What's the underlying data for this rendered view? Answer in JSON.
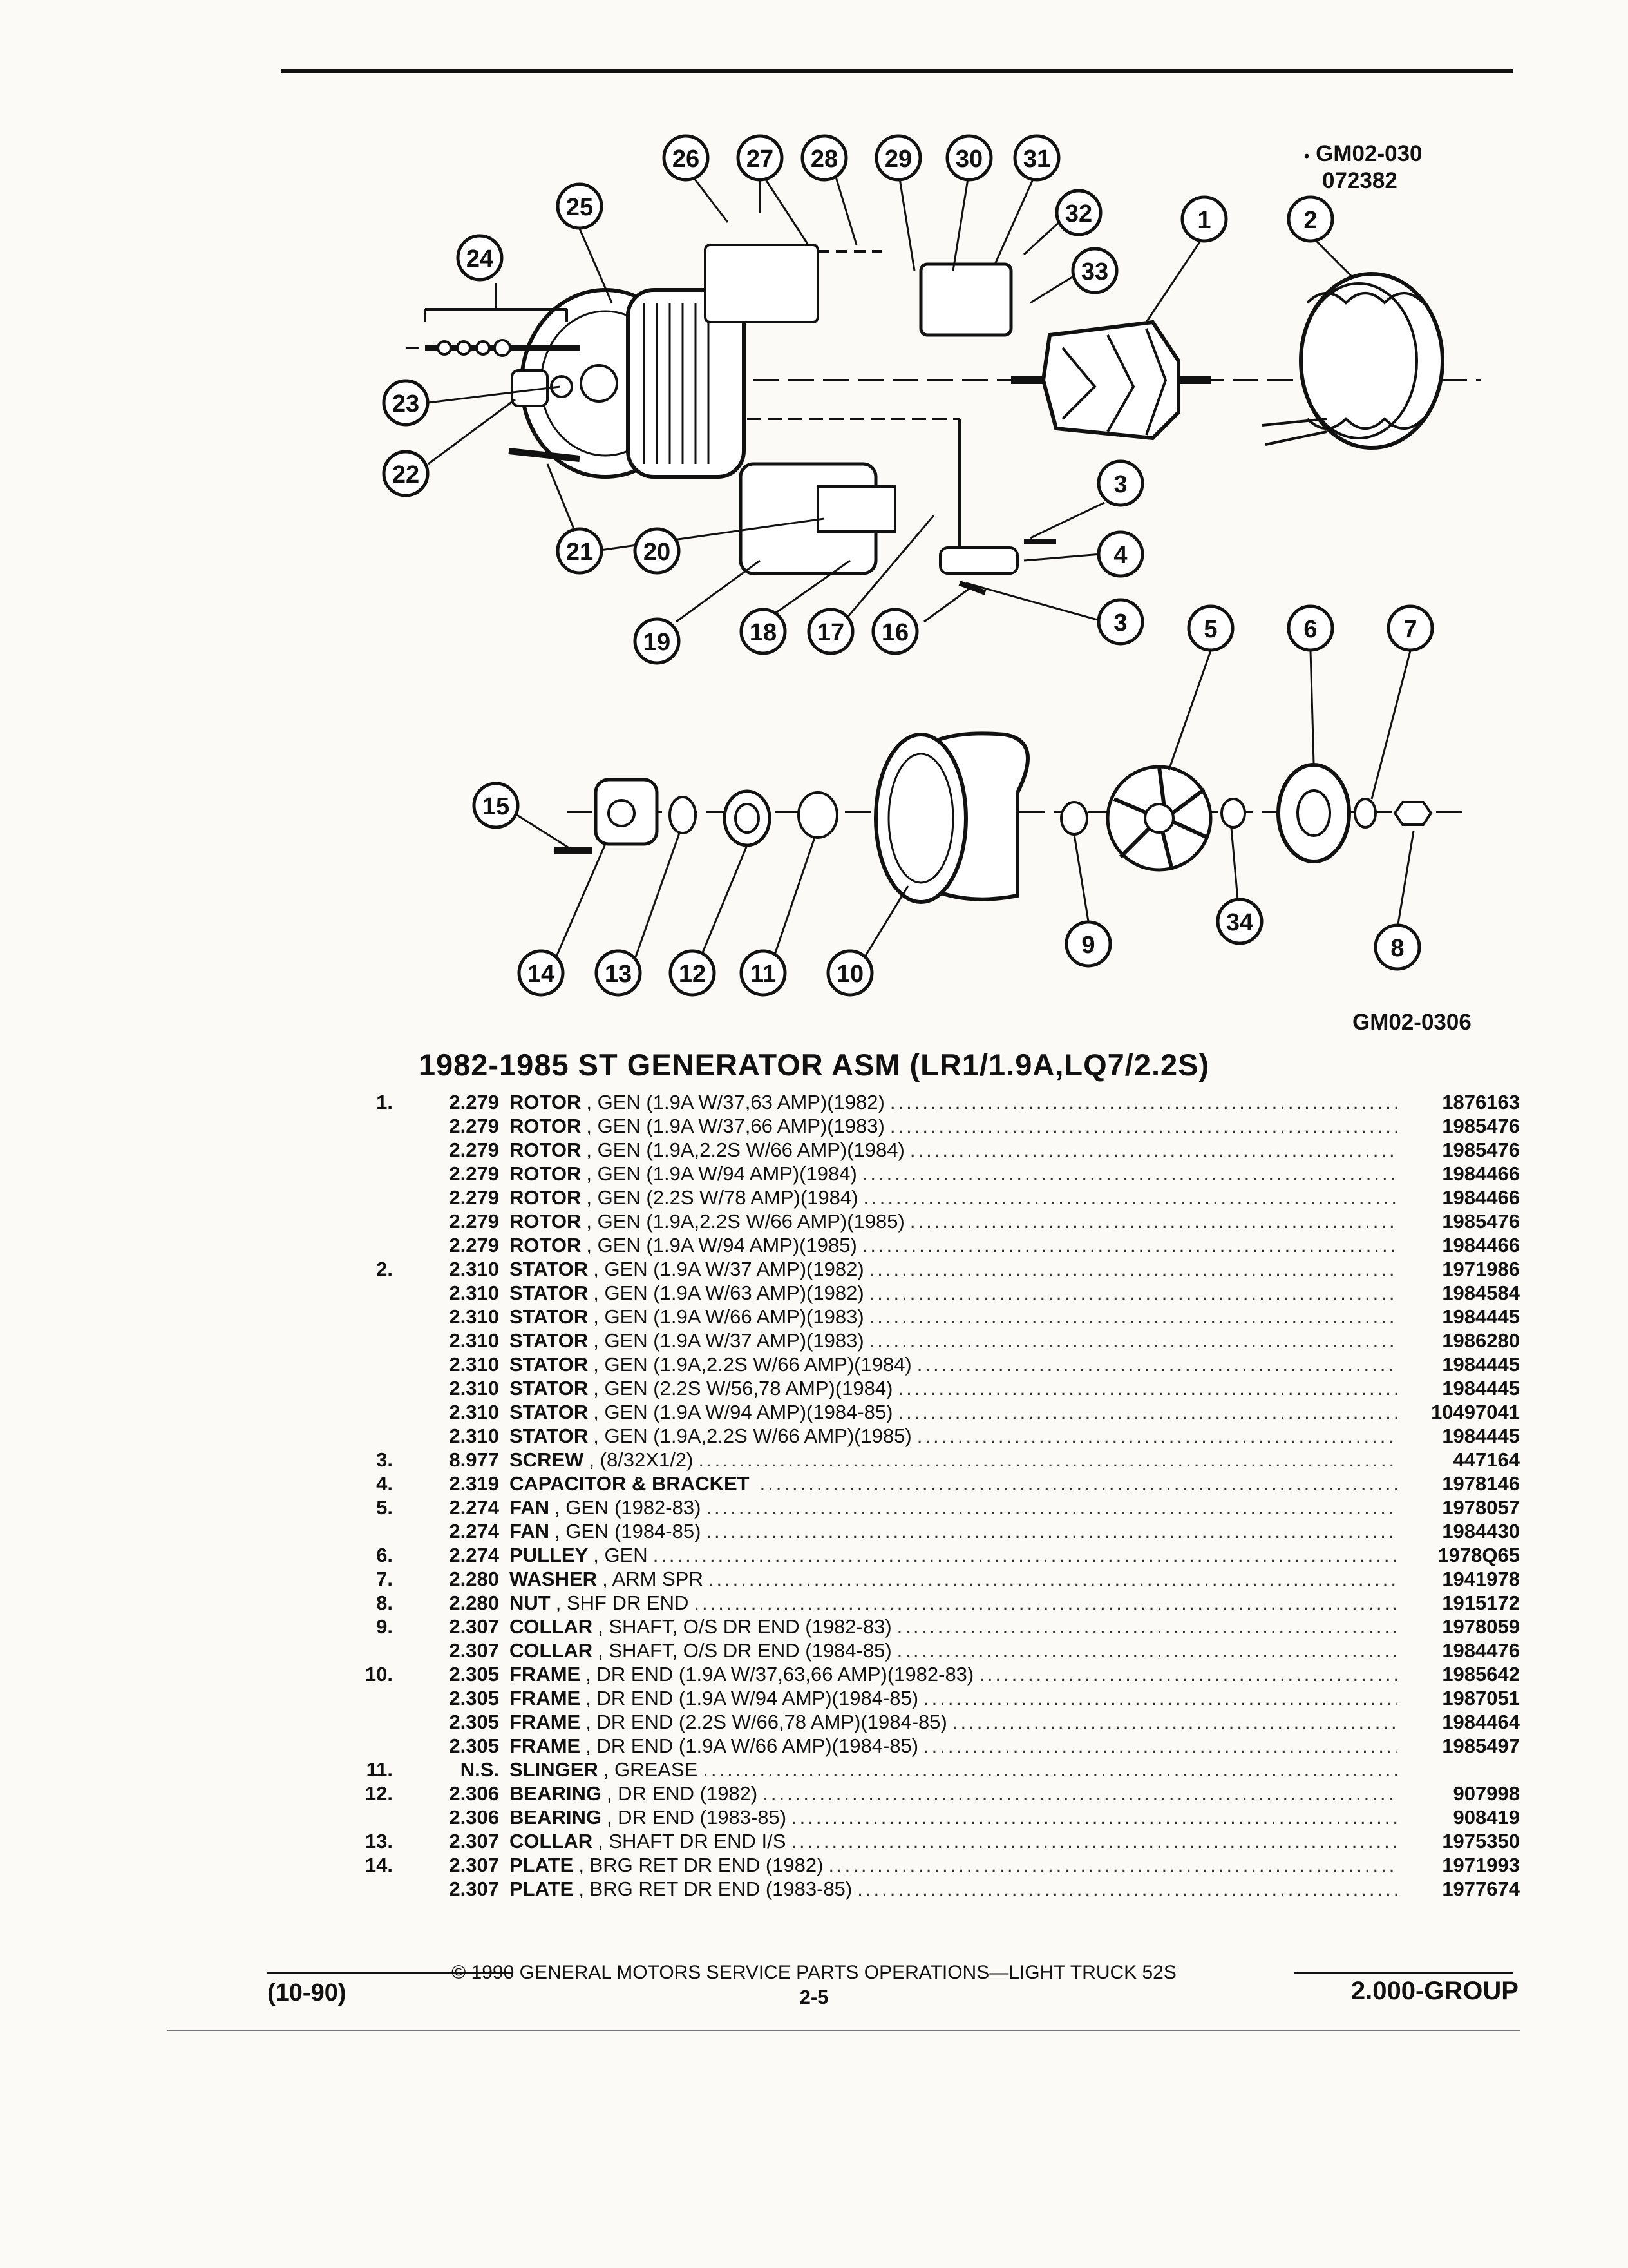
{
  "figure": {
    "code_top": "GM02-030",
    "date_top": "072382",
    "code_bottom": "GM02-0306"
  },
  "callouts": [
    "1",
    "2",
    "3",
    "3",
    "4",
    "5",
    "6",
    "7",
    "8",
    "9",
    "10",
    "11",
    "12",
    "13",
    "14",
    "15",
    "16",
    "17",
    "18",
    "19",
    "20",
    "21",
    "22",
    "23",
    "24",
    "25",
    "26",
    "27",
    "28",
    "29",
    "30",
    "31",
    "32",
    "33",
    "34"
  ],
  "title": "1982-1985 ST GENERATOR ASM (LR1/1.9A,LQ7/2.2S)",
  "parts": [
    {
      "ref": "1.",
      "group": "2.279",
      "name": "ROTOR",
      "desc": ", GEN (1.9A W/37,63 AMP)(1982)",
      "pn": "1876163"
    },
    {
      "ref": "",
      "group": "2.279",
      "name": "ROTOR",
      "desc": ", GEN (1.9A W/37,66 AMP)(1983)",
      "pn": "1985476"
    },
    {
      "ref": "",
      "group": "2.279",
      "name": "ROTOR",
      "desc": ", GEN (1.9A,2.2S W/66 AMP)(1984)",
      "pn": "1985476"
    },
    {
      "ref": "",
      "group": "2.279",
      "name": "ROTOR",
      "desc": ", GEN (1.9A W/94 AMP)(1984)",
      "pn": "1984466"
    },
    {
      "ref": "",
      "group": "2.279",
      "name": "ROTOR",
      "desc": ", GEN (2.2S W/78 AMP)(1984)",
      "pn": "1984466"
    },
    {
      "ref": "",
      "group": "2.279",
      "name": "ROTOR",
      "desc": ", GEN (1.9A,2.2S W/66 AMP)(1985)",
      "pn": "1985476"
    },
    {
      "ref": "",
      "group": "2.279",
      "name": "ROTOR",
      "desc": ", GEN (1.9A W/94 AMP)(1985)",
      "pn": "1984466"
    },
    {
      "ref": "2.",
      "group": "2.310",
      "name": "STATOR",
      "desc": ", GEN (1.9A W/37 AMP)(1982)",
      "pn": "1971986"
    },
    {
      "ref": "",
      "group": "2.310",
      "name": "STATOR",
      "desc": ", GEN (1.9A W/63 AMP)(1982)",
      "pn": "1984584"
    },
    {
      "ref": "",
      "group": "2.310",
      "name": "STATOR",
      "desc": ", GEN (1.9A W/66 AMP)(1983)",
      "pn": "1984445"
    },
    {
      "ref": "",
      "group": "2.310",
      "name": "STATOR",
      "desc": ", GEN (1.9A W/37 AMP)(1983)",
      "pn": "1986280"
    },
    {
      "ref": "",
      "group": "2.310",
      "name": "STATOR",
      "desc": ", GEN (1.9A,2.2S W/66 AMP)(1984)",
      "pn": "1984445"
    },
    {
      "ref": "",
      "group": "2.310",
      "name": "STATOR",
      "desc": ", GEN (2.2S W/56,78 AMP)(1984)",
      "pn": "1984445"
    },
    {
      "ref": "",
      "group": "2.310",
      "name": "STATOR",
      "desc": ", GEN (1.9A W/94 AMP)(1984-85)",
      "pn": "10497041"
    },
    {
      "ref": "",
      "group": "2.310",
      "name": "STATOR",
      "desc": ", GEN (1.9A,2.2S W/66 AMP)(1985)",
      "pn": "1984445"
    },
    {
      "ref": "3.",
      "group": "8.977",
      "name": "SCREW",
      "desc": ", (8/32X1/2)",
      "pn": "447164"
    },
    {
      "ref": "4.",
      "group": "2.319",
      "name": "CAPACITOR & BRACKET",
      "desc": "",
      "pn": "1978146"
    },
    {
      "ref": "5.",
      "group": "2.274",
      "name": "FAN",
      "desc": ", GEN (1982-83)",
      "pn": "1978057"
    },
    {
      "ref": "",
      "group": "2.274",
      "name": "FAN",
      "desc": ", GEN (1984-85)",
      "pn": "1984430"
    },
    {
      "ref": "6.",
      "group": "2.274",
      "name": "PULLEY",
      "desc": ", GEN",
      "pn": "1978Q65"
    },
    {
      "ref": "7.",
      "group": "2.280",
      "name": "WASHER",
      "desc": ", ARM SPR",
      "pn": "1941978"
    },
    {
      "ref": "8.",
      "group": "2.280",
      "name": "NUT",
      "desc": ", SHF DR END",
      "pn": "1915172"
    },
    {
      "ref": "9.",
      "group": "2.307",
      "name": "COLLAR",
      "desc": ", SHAFT, O/S DR END (1982-83)",
      "pn": "1978059"
    },
    {
      "ref": "",
      "group": "2.307",
      "name": "COLLAR",
      "desc": ", SHAFT, O/S DR END (1984-85)",
      "pn": "1984476"
    },
    {
      "ref": "10.",
      "group": "2.305",
      "name": "FRAME",
      "desc": ", DR END (1.9A W/37,63,66 AMP)(1982-83)",
      "pn": "1985642"
    },
    {
      "ref": "",
      "group": "2.305",
      "name": "FRAME",
      "desc": ", DR END (1.9A W/94 AMP)(1984-85)",
      "pn": "1987051"
    },
    {
      "ref": "",
      "group": "2.305",
      "name": "FRAME",
      "desc": ", DR END (2.2S W/66,78 AMP)(1984-85)",
      "pn": "1984464"
    },
    {
      "ref": "",
      "group": "2.305",
      "name": "FRAME",
      "desc": ", DR END (1.9A W/66 AMP)(1984-85)",
      "pn": "1985497"
    },
    {
      "ref": "11.",
      "group": "N.S.",
      "name": "SLINGER",
      "desc": ", GREASE",
      "pn": ""
    },
    {
      "ref": "12.",
      "group": "2.306",
      "name": "BEARING",
      "desc": ", DR END (1982)",
      "pn": "907998"
    },
    {
      "ref": "",
      "group": "2.306",
      "name": "BEARING",
      "desc": ", DR END (1983-85)",
      "pn": "908419"
    },
    {
      "ref": "13.",
      "group": "2.307",
      "name": "COLLAR",
      "desc": ", SHAFT DR END I/S",
      "pn": "1975350"
    },
    {
      "ref": "14.",
      "group": "2.307",
      "name": "PLATE",
      "desc": ", BRG RET DR END (1982)",
      "pn": "1971993"
    },
    {
      "ref": "",
      "group": "2.307",
      "name": "PLATE",
      "desc": ", BRG RET DR END (1983-85)",
      "pn": "1977674"
    }
  ],
  "footer": {
    "copyright": "© 1990 GENERAL MOTORS SERVICE PARTS OPERATIONS—LIGHT TRUCK 52S",
    "page": "2-5",
    "left": "(10-90)",
    "right": "2.000-GROUP"
  }
}
